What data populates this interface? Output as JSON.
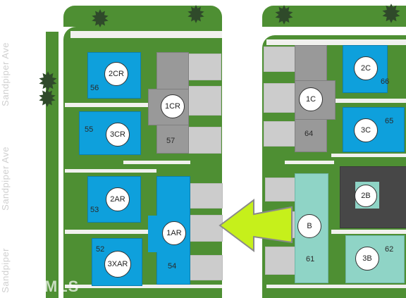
{
  "streets": [
    "Sandpiper Ave",
    "Sandpiper Ave",
    "Sandpiper"
  ],
  "watermark": "RMLS",
  "colors": {
    "grass": "#4e8f33",
    "unit_blue": "#0ea0dc",
    "unit_mint": "#8fd4c6",
    "garage": "#999999",
    "parking": "#cccccc",
    "arrow": "#c6f01b"
  },
  "units": [
    {
      "badge": "2CR",
      "number": "56"
    },
    {
      "badge": "3CR",
      "number": "55"
    },
    {
      "badge": "1CR",
      "number": "57"
    },
    {
      "badge": "2AR",
      "number": "53"
    },
    {
      "badge": "3XAR",
      "number": "52"
    },
    {
      "badge": "1AR",
      "number": "54"
    },
    {
      "badge": "1C",
      "number": "64"
    },
    {
      "badge": "2C",
      "number": "66"
    },
    {
      "badge": "3C",
      "number": "65"
    },
    {
      "badge": "B",
      "number": "61"
    },
    {
      "badge": "2B",
      "number": ""
    },
    {
      "badge": "3B",
      "number": "62"
    }
  ],
  "highlight_arrow": {
    "icon": "arrow-left-icon",
    "target": "1AR"
  }
}
